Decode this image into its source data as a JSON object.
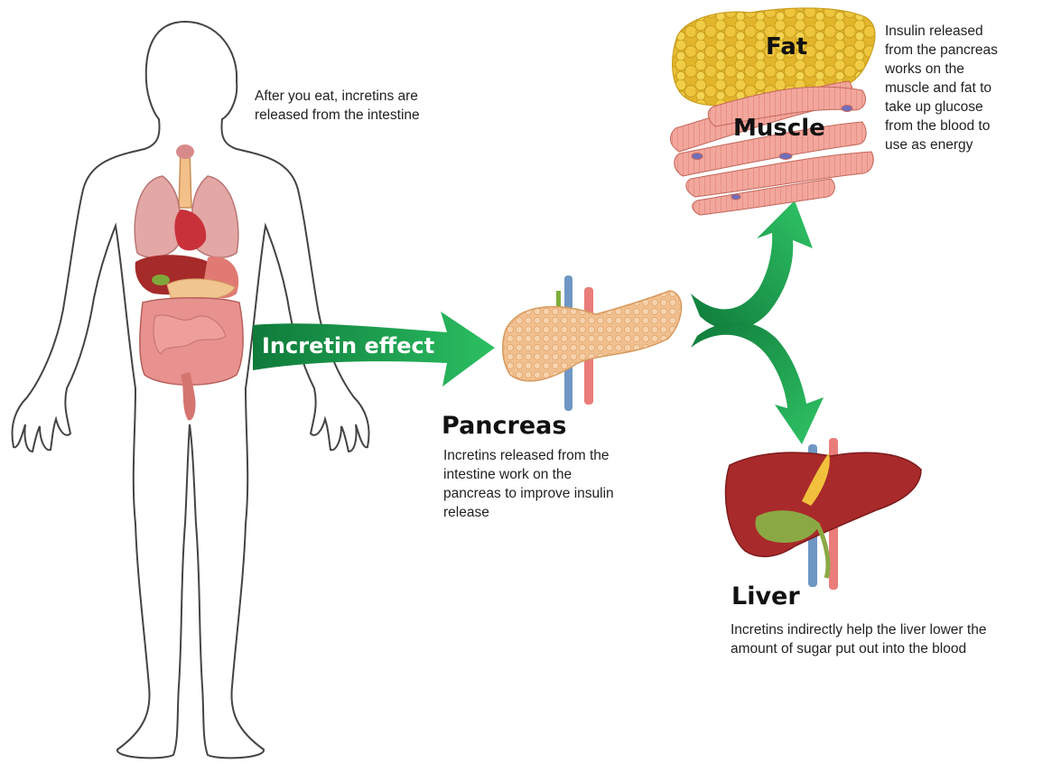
{
  "body_caption": [
    "After you eat, incretins are",
    "released from the intestine"
  ],
  "arrow_label": "Incretin effect",
  "pancreas": {
    "title": "Pancreas",
    "caption": [
      "Incretins released from the",
      "intestine work on the",
      "pancreas to improve insulin",
      "release"
    ]
  },
  "fat": {
    "title": "Fat"
  },
  "muscle": {
    "title": "Muscle"
  },
  "insulin_caption": [
    "Insulin released",
    "from the pancreas",
    "works on the",
    "muscle and fat to",
    "take up glucose",
    "from the blood to",
    "use as energy"
  ],
  "liver": {
    "title": "Liver",
    "caption": [
      "Incretins indirectly help the liver lower the",
      "amount of sugar put out into the blood"
    ]
  },
  "colors": {
    "arrow_green": "#1f9a4b",
    "liver": "#a82a2a",
    "pancreas": "#f2c79a",
    "fat": "#e8c23a",
    "muscle": "#f0a8a0"
  }
}
